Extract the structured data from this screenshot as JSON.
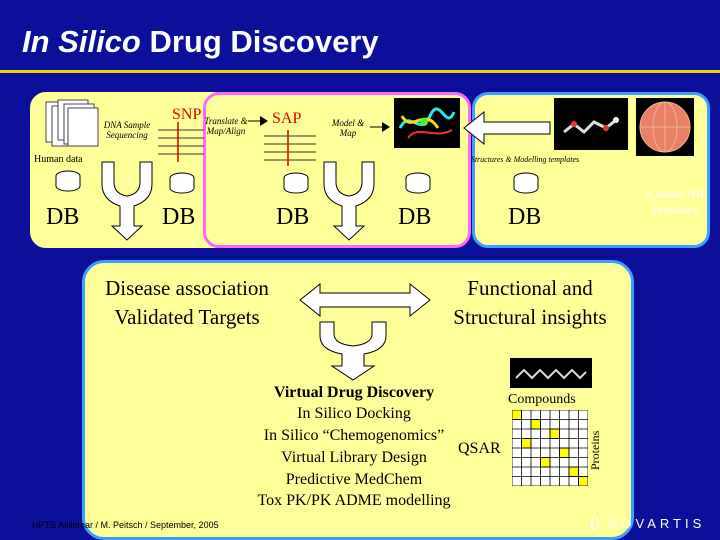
{
  "title": {
    "italic": "In Silico",
    "rest": " Drug Discovery"
  },
  "top": {
    "dna_label": "DNA Sample Sequencing",
    "human_data": "Human data",
    "snp": "SNP",
    "translate": "Translate & Map/Align",
    "sap": "SAP",
    "model_map": "Model & Map",
    "structures": "Structures & Modelling templates",
    "db_labels": [
      "DB",
      "DB",
      "DB",
      "DB",
      "DB"
    ],
    "targets_side": "Kinases NR Proteases"
  },
  "bottom": {
    "disease": "Disease association Validated Targets",
    "functional": "Functional and Structural insights",
    "virtual_lines": [
      "Virtual Drug Discovery",
      "In Silico Docking",
      "In Silico “Chemogenomics”",
      "Virtual Library Design",
      "Predictive MedChem",
      "Tox PK/PK ADME modelling"
    ],
    "compounds": "Compounds",
    "proteins": "Proteins",
    "qsar": "QSAR"
  },
  "footer": "HPTS Asilomar / M. Peitsch / September, 2005",
  "logo": "NOVARTIS",
  "colors": {
    "background": "#0b0f9a",
    "title_rule": "#f2d200",
    "panel_yellow": "#ffff99",
    "panel_pink": "#ff66ff",
    "matrix_fill": "#ffff00"
  }
}
